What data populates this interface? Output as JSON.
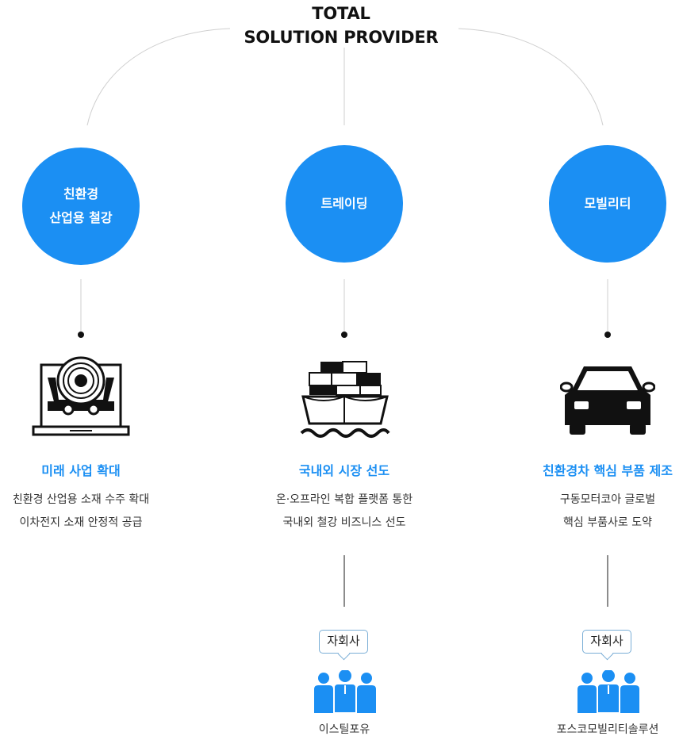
{
  "title": {
    "line1": "TOTAL",
    "line2": "SOLUTION PROVIDER"
  },
  "colors": {
    "accent": "#1b8ff3",
    "line": "#cccccc",
    "icon": "#111111",
    "people": "#1b8ff3",
    "badge_border": "#7aaed6"
  },
  "columns": [
    {
      "circle": {
        "line1": "친환경",
        "line2": "산업용 철강"
      },
      "icon": "steel-coil-laptop-icon",
      "heading": "미래 사업 확대",
      "desc": {
        "line1": "친환경 산업용 소재 수주 확대",
        "line2": "이차전지 소재 안정적 공급"
      }
    },
    {
      "circle": {
        "line1": "트레이딩"
      },
      "icon": "cargo-ship-icon",
      "heading": "국내외 시장 선도",
      "desc": {
        "line1": "온·오프라인 복합 플랫폼 통한",
        "line2": "국내외 철강 비즈니스 선도"
      },
      "subsidiary": {
        "badge": "자회사",
        "icon": "people-group-icon",
        "name": "이스틸포유"
      }
    },
    {
      "circle": {
        "line1": "모빌리티"
      },
      "icon": "car-icon",
      "heading": "친환경차 핵심 부품 제조",
      "desc": {
        "line1": "구동모터코아 글로벌",
        "line2": "핵심 부품사로 도약"
      },
      "subsidiary": {
        "badge": "자회사",
        "icon": "people-group-icon",
        "name": "포스코모빌리티솔루션"
      }
    }
  ]
}
